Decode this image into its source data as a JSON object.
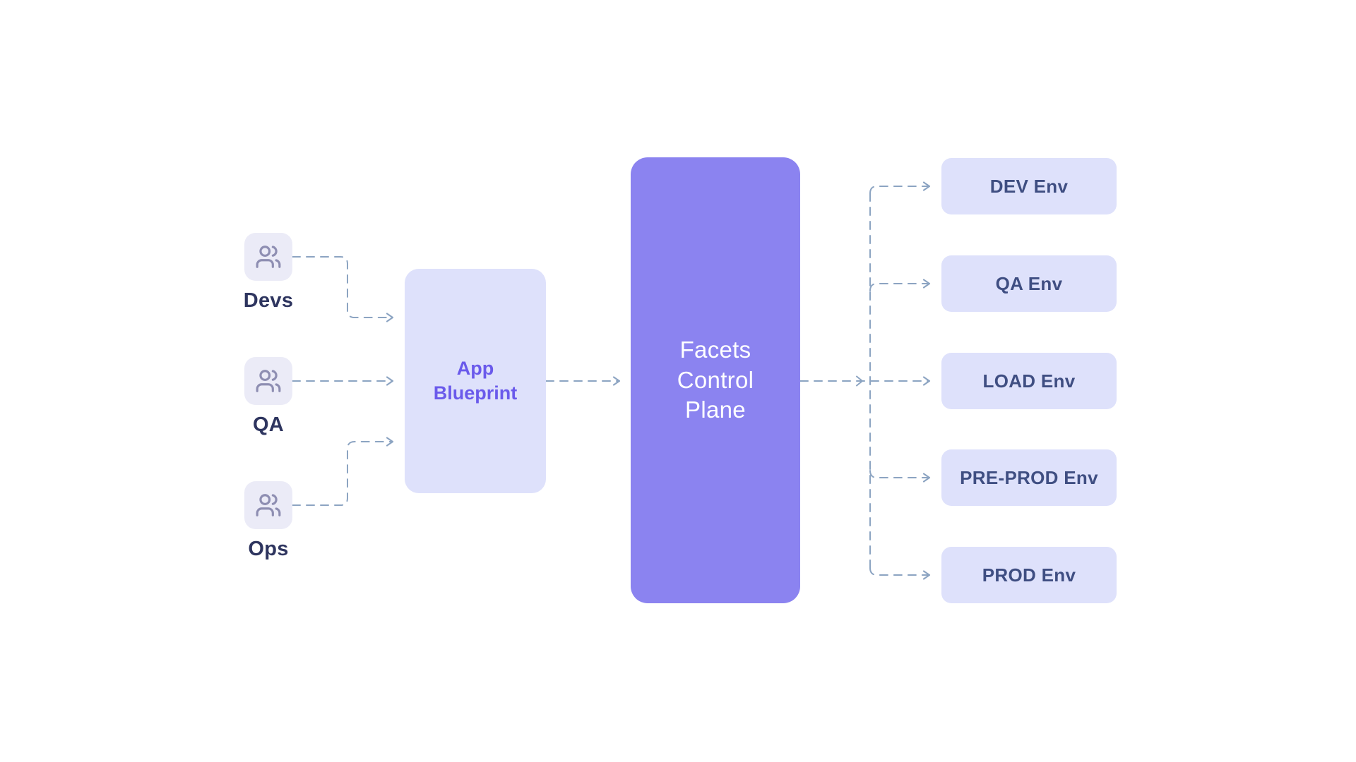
{
  "diagram": {
    "title": "Facets Control Plane flow diagram",
    "actors": [
      {
        "label": "Devs",
        "icon": "users-icon"
      },
      {
        "label": "QA",
        "icon": "users-icon"
      },
      {
        "label": "Ops",
        "icon": "users-icon"
      }
    ],
    "blueprint": {
      "label": "App Blueprint"
    },
    "control_plane": {
      "label": "Facets Control Plane"
    },
    "environments": [
      {
        "label": "DEV Env"
      },
      {
        "label": "QA Env"
      },
      {
        "label": "LOAD Env"
      },
      {
        "label": "PRE-PROD Env"
      },
      {
        "label": "PROD Env"
      }
    ],
    "connections": [
      {
        "from": "Devs",
        "to": "App Blueprint",
        "style": "dashed-arrow"
      },
      {
        "from": "QA",
        "to": "App Blueprint",
        "style": "dashed-arrow"
      },
      {
        "from": "Ops",
        "to": "App Blueprint",
        "style": "dashed-arrow"
      },
      {
        "from": "App Blueprint",
        "to": "Facets Control Plane",
        "style": "dashed-arrow"
      },
      {
        "from": "Facets Control Plane",
        "to": "DEV Env",
        "style": "dashed-arrow"
      },
      {
        "from": "Facets Control Plane",
        "to": "QA Env",
        "style": "dashed-arrow"
      },
      {
        "from": "Facets Control Plane",
        "to": "LOAD Env",
        "style": "dashed-arrow"
      },
      {
        "from": "Facets Control Plane",
        "to": "PRE-PROD Env",
        "style": "dashed-arrow"
      },
      {
        "from": "Facets Control Plane",
        "to": "PROD Env",
        "style": "dashed-arrow"
      }
    ],
    "colors": {
      "background": "#FFFFFF",
      "control_plane_fill": "#8B83F0",
      "control_plane_text": "#FFFFFF",
      "light_node_fill": "#DEE1FB",
      "actor_chip_fill": "#EBEBF7",
      "blueprint_text": "#6A5AEB",
      "env_text": "#3F4E82",
      "actor_label_text": "#2E355F",
      "connector_line": "#8CA4C2",
      "actor_icon": "#8E8EB2"
    }
  }
}
